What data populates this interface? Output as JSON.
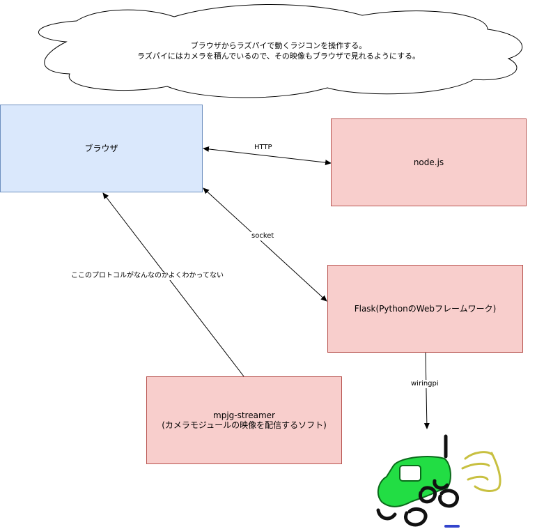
{
  "cloud": {
    "lines": [
      "ブラウザからラズパイで動くラジコンを操作する。",
      "ラズパイにはカメラを積んでいるので、その映像もブラウザで見れるようにする。"
    ]
  },
  "nodes": {
    "browser": "ブラウザ",
    "nodejs": "node.js",
    "flask": "Flask(PythonのWebフレームワーク)",
    "streamer_line1": "mpjg-streamer",
    "streamer_line2": "(カメラモジュールの映像を配信するソフト)"
  },
  "edges": {
    "http": "HTTP",
    "socket": "socket",
    "stream_protocol": "ここのプロトコルがなんなのかよくわかってない",
    "wiringpi": "wiringpi"
  },
  "colors": {
    "blue_fill": "#dae8fc",
    "blue_stroke": "#6c8ebf",
    "red_fill": "#f8cecc",
    "red_stroke": "#b85450",
    "car_green": "#22dd44",
    "scribble_yellow": "#c8c040"
  }
}
